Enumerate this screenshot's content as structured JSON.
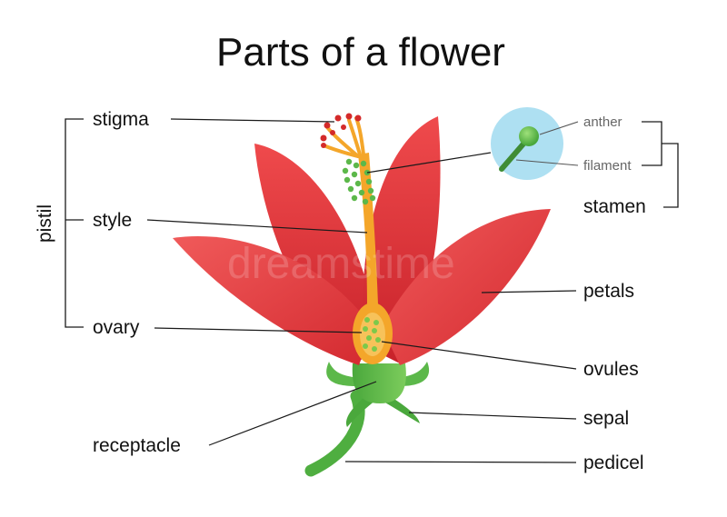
{
  "title": "Parts of a flower",
  "labels": {
    "stigma": "stigma",
    "style": "style",
    "ovary": "ovary",
    "pistil": "pistil",
    "receptacle": "receptacle",
    "anther": "anther",
    "filament": "filament",
    "stamen": "stamen",
    "petals": "petals",
    "ovules": "ovules",
    "sepal": "sepal",
    "pedicel": "pedicel"
  },
  "watermark": "dreamstime",
  "colors": {
    "petal": "#e8363a",
    "petal_dark": "#c91f24",
    "stem": "#5cb84a",
    "style": "#f4a62a",
    "stigma_tips": "#d42a2a",
    "ovule": "#7cc94a",
    "inset_bg": "#aee0f2"
  }
}
